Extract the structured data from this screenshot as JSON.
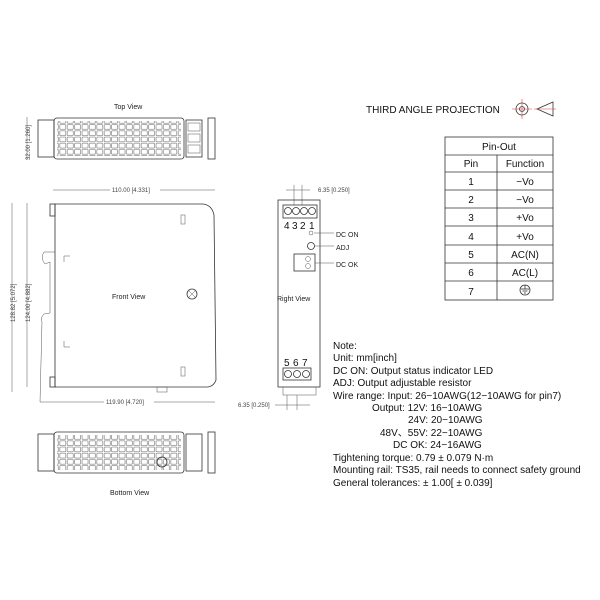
{
  "projection": {
    "label": "THIRD ANGLE PROJECTION",
    "accent_color": "#d04040"
  },
  "views": {
    "top": "Top View",
    "front": "Front View",
    "right": "Right View",
    "bottom": "Bottom View"
  },
  "dimensions": {
    "top_height": "32.00 [1.260]",
    "front_width": "110.00 [4.331]",
    "total_width": "119.90 [4.720]",
    "total_height": "128.82 [5.072]",
    "body_height": "124.00 [4.882]",
    "pitch_top": "6.35 [0.250]",
    "pitch_bottom": "6.35 [0.250]"
  },
  "right_view": {
    "top_pins": [
      "4",
      "3",
      "2",
      "1"
    ],
    "bottom_pins": [
      "5",
      "6",
      "7"
    ],
    "dc_on": "DC ON",
    "adj": "ADJ",
    "dc_ok": "DC OK"
  },
  "pinout": {
    "title": "Pin-Out",
    "headers": [
      "Pin",
      "Function"
    ],
    "rows": [
      [
        "1",
        "−Vo"
      ],
      [
        "2",
        "−Vo"
      ],
      [
        "3",
        "+Vo"
      ],
      [
        "4",
        "+Vo"
      ],
      [
        "5",
        "AC(N)"
      ],
      [
        "6",
        "AC(L)"
      ],
      [
        "7",
        "ground-icon"
      ]
    ]
  },
  "notes": [
    "Note:",
    "Unit: mm[inch]",
    "DC ON: Output status indicator LED",
    "ADJ: Output adjustable resistor",
    "Wire range: Input: 26−10AWG(12−10AWG for pin7)",
    "Output: 12V: 16−10AWG",
    "24V: 20−10AWG",
    "48V、55V: 22−10AWG",
    "DC OK: 24−16AWG",
    "Tightening torque: 0.79 ± 0.079 N·m",
    "Mounting rail: TS35, rail needs to connect safety ground",
    "General tolerances:  ± 1.00[ ± 0.039]"
  ]
}
